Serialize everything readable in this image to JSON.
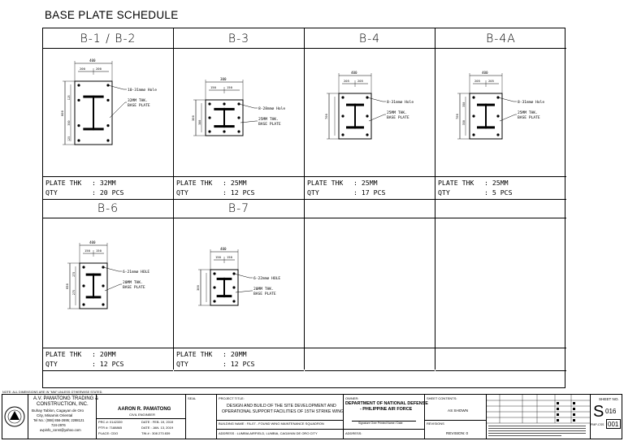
{
  "schedule": {
    "title": "BASE PLATE SCHEDULE",
    "row1": [
      {
        "name": "B-1 / B-2",
        "plate_thk_label": "PLATE THK",
        "plate_thk": ": 32MM",
        "qty_label": "QTY",
        "qty": ": 20 PCS",
        "dims": {
          "width": "400",
          "half_a": "200",
          "half_b": "200",
          "h1": "125",
          "h2": "350",
          "h3": "125",
          "h_total": "600"
        },
        "hole_note": "10-31mm⌀ Hole",
        "thk_note_1": "32MM THK.",
        "thk_note_2": "BASE PLATE"
      },
      {
        "name": "B-3",
        "plate_thk_label": "PLATE THK",
        "plate_thk": ": 25MM",
        "qty_label": "QTY",
        "qty": ": 12 PCS",
        "dims": {
          "width": "300",
          "half_a": "150",
          "half_b": "150",
          "h1": "",
          "h2": "300",
          "h3": "",
          "h_total": "300"
        },
        "hole_note": "8-28mm⌀ Hole",
        "thk_note_1": "25MM THK.",
        "thk_note_2": "BASE PLATE"
      },
      {
        "name": "B-4",
        "plate_thk_label": "PLATE THK",
        "plate_thk": ": 25MM",
        "qty_label": "QTY",
        "qty": ": 17 PCS",
        "dims": {
          "width": "400",
          "half_a": "205",
          "half_b": "205",
          "h1": "",
          "h2": "",
          "h3": "",
          "h_total": "700"
        },
        "hole_note": "8-31mm⌀ Hole",
        "thk_note_1": "25MM THK.",
        "thk_note_2": "BASE PLATE"
      },
      {
        "name": "B-4A",
        "plate_thk_label": "PLATE THK",
        "plate_thk": ": 25MM",
        "qty_label": "QTY",
        "qty": ": 5 PCS",
        "dims": {
          "width": "400",
          "half_a": "205",
          "half_b": "205",
          "h1": "350",
          "h2": "350",
          "h3": "",
          "h_total": "700"
        },
        "hole_note": "8-31mm⌀ Hole",
        "thk_note_1": "25MM THK.",
        "thk_note_2": "BASE PLATE"
      }
    ],
    "row2": [
      {
        "name": "B-6",
        "plate_thk_label": "PLATE THK",
        "plate_thk": ": 20MM",
        "qty_label": "QTY",
        "qty": ": 12 PCS",
        "dims": {
          "width": "400",
          "half_a": "150",
          "half_b": "150",
          "h1": "275",
          "h2": "275",
          "h3": "",
          "h_total": "650"
        },
        "hole_note": "6-21mm⌀ HOLE",
        "thk_note_1": "20MM THK.",
        "thk_note_2": "BASE PLATE"
      },
      {
        "name": "B-7",
        "plate_thk_label": "PLATE THK",
        "plate_thk": ": 20MM",
        "qty_label": "QTY",
        "qty": ": 12 PCS",
        "dims": {
          "width": "400",
          "half_a": "150",
          "half_b": "150",
          "h1": "",
          "h2": "",
          "h3": "",
          "h_total": "300"
        },
        "hole_note": "6-22mm⌀ HOLE",
        "thk_note_1": "20MM THK.",
        "thk_note_2": "BASE PLATE"
      }
    ]
  },
  "note": "NOTE: ALL DIMENSIONS ARE IN \"MM\" UNLESS OTHERWISE STATED.",
  "title_block": {
    "company_1": "A.V. PAMATONG TRADING &",
    "company_2": "CONSTRUCTION, INC.",
    "company_3": "Buhay Tablon, Cagayan de Oro",
    "company_4": "City, Misamis Oriental",
    "company_5": "Tel No.: (088) 856-2695; 2288121",
    "company_6": "724-2976",
    "company_7": "avpinfo_const@yahoo.com",
    "engineer": "AARON R. PAMATONG",
    "engineer_role": "CIVIL ENGINEER",
    "prc_label": "PRC #: 0142339",
    "date_label": "DATE : FEB. 19, 2019",
    "ptr_label": "PTR #: 7188865",
    "date2_label": "DATE : JAN. 13, 2019",
    "place_label": "PLACE: CDO",
    "tin_label": "TIN # : 308 273 839",
    "seal": "SEAL",
    "project_title_label": "PROJECT TITLE:",
    "project_1": "DESIGN AND BUILD OF THE SITE DEVELOPMENT AND",
    "project_2": "OPERATIONAL SUPPORT FACILITIES OF 15TH STRIKE WING",
    "building_name": "BUILDING NAME : FA-07 - FOUND WING MAINTENANCE SQUADRON",
    "address": "ADDRESS : LUMBIA AIRFIELD, LUMBIA, CAGAYAN DE ORO CITY",
    "owner_label": "OWNER:",
    "owner_1": "DEPARTMENT OF NATIONAL DEFENSE",
    "owner_2": "- PHILIPPINE AIR FORCE",
    "owner_sign": "Signature Over Printed Name / Date",
    "address_label": "ADDRESS:",
    "sheet_contents_label": "SHEET CONTENTS:",
    "scale": "AS SHOWN",
    "revisions_label": "REVISIONS",
    "revision": "REVISION: 0",
    "sheet_no_label": "SHEET NO.",
    "sheet_letter": "S",
    "sheet_num": "016",
    "sheet_sub": "001",
    "sheet_code": "PMP-CSS"
  }
}
